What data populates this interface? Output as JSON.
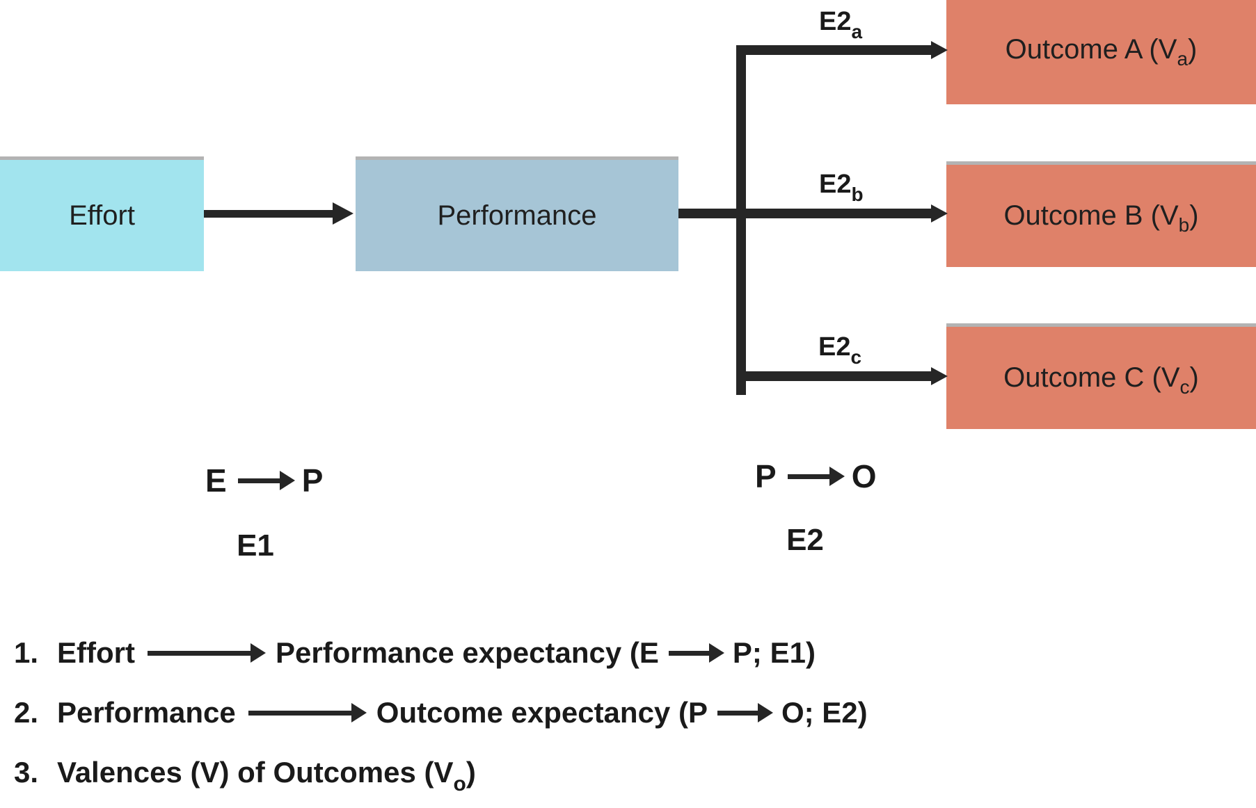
{
  "colors": {
    "effort_fill": "#a2e4ee",
    "performance_fill": "#a6c5d6",
    "outcome_fill": "#df8169",
    "line_color": "#262626",
    "border_gray": "#b3b3b3",
    "text_color": "#1a1a1a"
  },
  "diagram": {
    "effort": {
      "label": "Effort"
    },
    "performance": {
      "label": "Performance"
    },
    "outcomes": [
      {
        "pre": "Outcome A (V",
        "sub": "a",
        "post": ")"
      },
      {
        "pre": "Outcome B (V",
        "sub": "b",
        "post": ")"
      },
      {
        "pre": "Outcome C (V",
        "sub": "c",
        "post": ")"
      }
    ],
    "branch_labels": [
      {
        "base": "E2",
        "sub": "a"
      },
      {
        "base": "E2",
        "sub": "b"
      },
      {
        "base": "E2",
        "sub": "c"
      }
    ],
    "equations": {
      "ep_left": "E",
      "ep_right": "P",
      "e1": "E1",
      "po_left": "P",
      "po_right": "O",
      "e2": "E2"
    }
  },
  "legend": {
    "lines": [
      {
        "num": "1.",
        "pre": "Effort",
        "mid": "Performance expectancy (E",
        "end": "P; E1)"
      },
      {
        "num": "2.",
        "pre": "Performance",
        "mid": "Outcome expectancy (P",
        "end": "O; E2)"
      },
      {
        "num": "3.",
        "text_pre": "Valences (V) of Outcomes (V",
        "sub": "o",
        "text_post": ")"
      }
    ]
  }
}
